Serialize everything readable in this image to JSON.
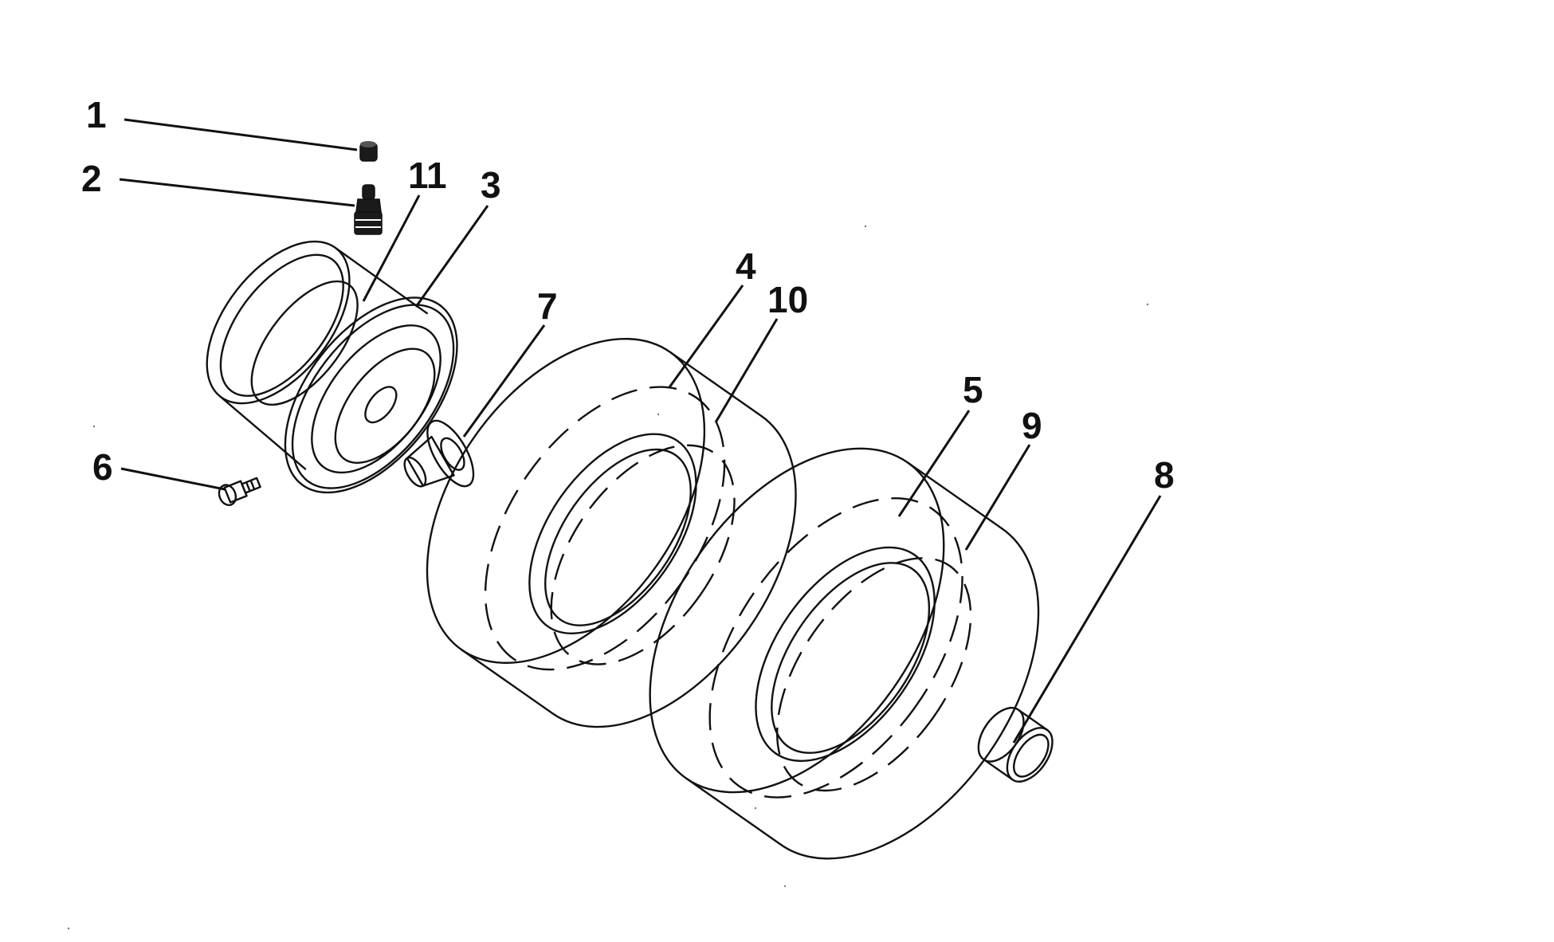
{
  "callouts": [
    {
      "id": "1",
      "label": "1"
    },
    {
      "id": "2",
      "label": "2"
    },
    {
      "id": "11",
      "label": "11"
    },
    {
      "id": "3",
      "label": "3"
    },
    {
      "id": "4",
      "label": "4"
    },
    {
      "id": "10",
      "label": "10"
    },
    {
      "id": "7",
      "label": "7"
    },
    {
      "id": "6",
      "label": "6"
    },
    {
      "id": "5",
      "label": "5"
    },
    {
      "id": "9",
      "label": "9"
    },
    {
      "id": "8",
      "label": "8"
    }
  ],
  "colors": {
    "line": "#111111",
    "background": "#ffffff"
  }
}
